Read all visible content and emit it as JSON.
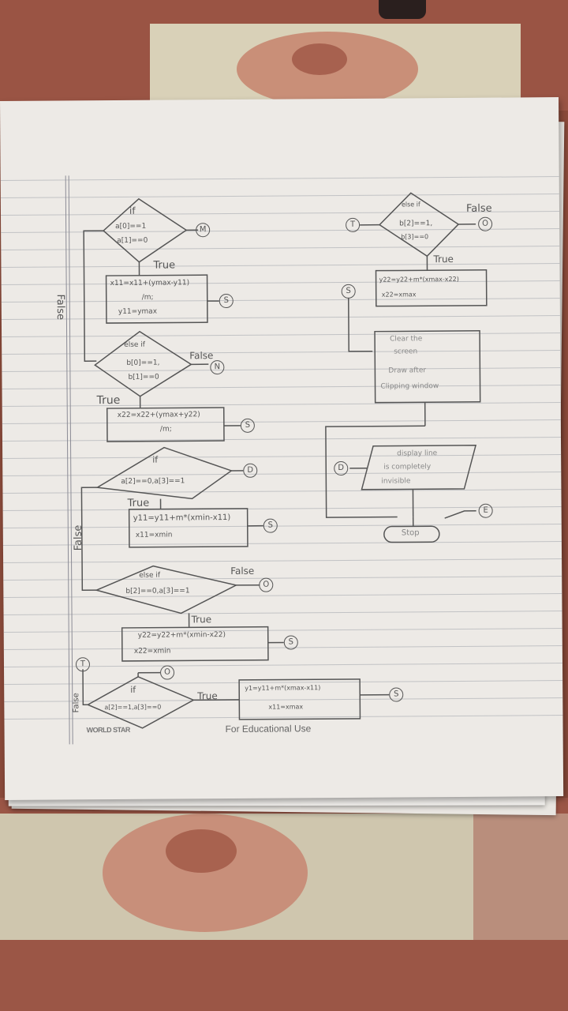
{
  "left_flow": {
    "d1": {
      "keyword": "if",
      "cond1": "a[0]==1",
      "cond2": "a[1]==0",
      "connector": "M",
      "true_label": "True",
      "false_label": "False"
    },
    "b1": {
      "line1": "x11=x11+(ymax-y11)",
      "line2": "/m;",
      "line3": "y11=ymax",
      "connector": "S"
    },
    "d2": {
      "keyword": "else if",
      "cond1": "b[0]==1,",
      "cond2": "b[1]==0",
      "false_label": "False",
      "connector": "N",
      "true_label": "True"
    },
    "b2": {
      "line1": "x22=x22+(ymax+y22)",
      "line2": "/m;",
      "connector": "S"
    },
    "d3": {
      "keyword": "if",
      "cond": "a[2]==0,a[3]==1",
      "connector": "D",
      "true_label": "True",
      "false_label": "False"
    },
    "b3": {
      "line1": "y11=y11+m*(xmin-x11)",
      "line2": "x11=xmin",
      "connector": "S"
    },
    "d4": {
      "keyword": "else if",
      "cond": "b[2]==0,a[3]==1",
      "false_label": "False",
      "connector": "O",
      "true_label": "True"
    },
    "b4": {
      "line1": "y22=y22+m*(xmin-x22)",
      "line2": "x22=xmin",
      "connector": "S"
    },
    "d5": {
      "keyword": "if",
      "cond": "a[2]==1,a[3]==0",
      "top_connector": "O",
      "side_connector": "T",
      "false_label": "False",
      "true_label": "True"
    },
    "b5": {
      "line1": "y1=y11+m*(xmax-x11)",
      "line2": "x11=xmax",
      "connector": "S"
    }
  },
  "right_flow": {
    "d6": {
      "keyword": "else if",
      "cond1": "b[2]==1,",
      "cond2": "b[3]==0",
      "in_connector": "T",
      "false_label": "False",
      "out_connector": "O",
      "true_label": "True"
    },
    "b6": {
      "line1": "y22=y22+m*(xmax-x22)",
      "line2": "x22=xmax",
      "connector": "S"
    },
    "b7": {
      "line1": "Clear the",
      "line2": "screen",
      "line3": "Draw after",
      "line4": "Clipping window"
    },
    "p1": {
      "line1": "display line",
      "line2": "is completely",
      "line3": "invisible",
      "connector": "D"
    },
    "stop": {
      "label": "Stop",
      "connector": "E"
    }
  },
  "footer": {
    "brand": "WORLD STAR",
    "note": "For Educational Use"
  }
}
